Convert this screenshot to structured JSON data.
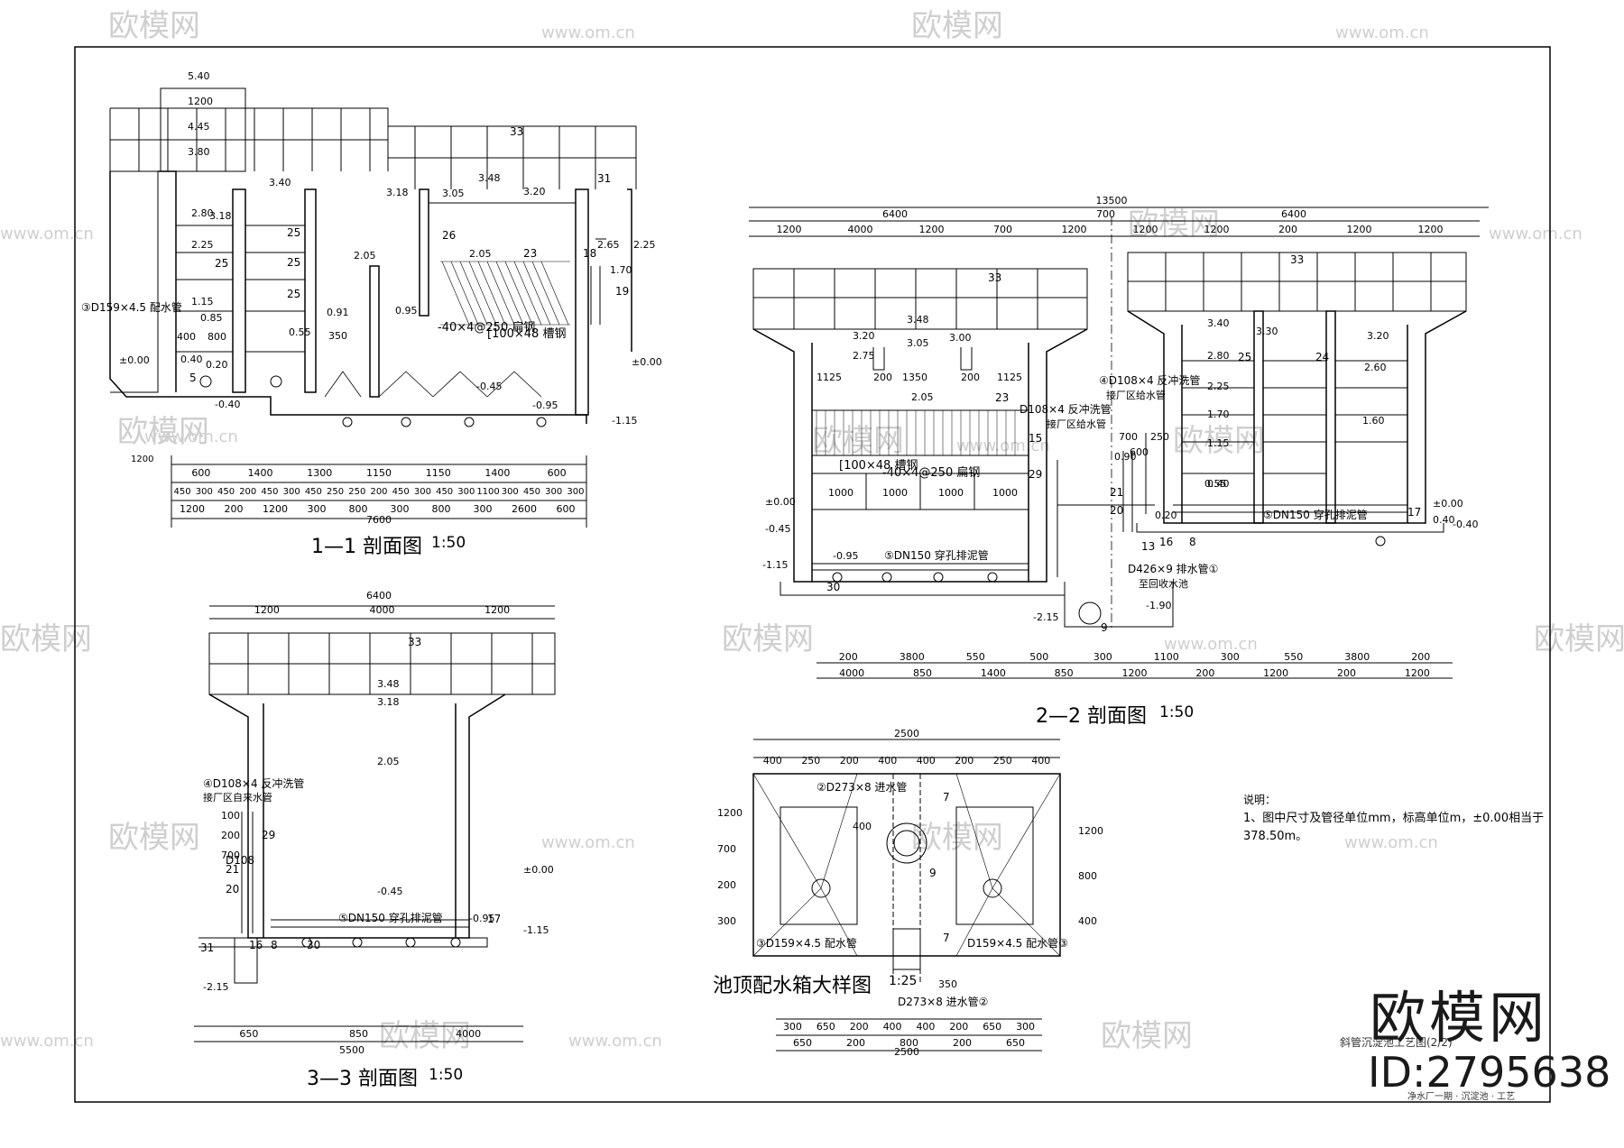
{
  "watermarks": {
    "brand": "欧模网",
    "site": "www.om.cn",
    "site_short": "om.cn",
    "brand_id": "ID:2795638"
  },
  "section_1_1": {
    "title": "1—1 剖面图",
    "scale": "1:50",
    "top_dims": [
      "5.40",
      "1200",
      "4.45",
      "3.80"
    ],
    "elevations": [
      "3.40",
      "3.18",
      "3.05",
      "3.48",
      "3.20",
      "2.80",
      "3.18",
      "2.25",
      "2.05",
      "2.05",
      "2.65",
      "2.25",
      "1.70",
      "1.15",
      "0.85",
      "0.91",
      "0.95",
      "0.55",
      "0.40",
      "0.20",
      "±0.00",
      "-0.40",
      "-0.45",
      "-0.95",
      "-1.15",
      "±0.00"
    ],
    "markers": [
      "33",
      "31",
      "25",
      "25",
      "25",
      "25",
      "26",
      "23",
      "19",
      "18",
      "5"
    ],
    "pipe_labels": [
      "③D159×4.5 配水管",
      "-40×4@250 扁钢",
      "[100×48 槽钢"
    ],
    "small_dims": [
      "400",
      "800",
      "350",
      "1200"
    ],
    "bottom_row1": [
      "600",
      "1400",
      "1300",
      "1150",
      "1150",
      "1400",
      "600"
    ],
    "bottom_row2": [
      "450",
      "300",
      "450",
      "200",
      "450",
      "300",
      "450",
      "250",
      "250",
      "200",
      "450",
      "300",
      "450",
      "300",
      "1100",
      "300",
      "450",
      "300",
      "300"
    ],
    "bottom_row3": [
      "1200",
      "200",
      "1200",
      "300",
      "800",
      "300",
      "800",
      "300",
      "2600",
      "600"
    ],
    "bottom_total": "7600"
  },
  "section_2_2": {
    "title": "2—2 剖面图",
    "scale": "1:50",
    "top_total": "13500",
    "top_row2": [
      "6400",
      "700",
      "6400"
    ],
    "top_row3": [
      "1200",
      "4000",
      "1200",
      "700",
      "1200",
      "1200",
      "1200",
      "200",
      "1200",
      "1200"
    ],
    "elevations": [
      "3.48",
      "3.20",
      "3.05",
      "3.00",
      "2.75",
      "2.05",
      "3.40",
      "3.30",
      "3.20",
      "2.80",
      "2.60",
      "2.25",
      "1.70",
      "1.60",
      "1.15",
      "0.90",
      "0.55",
      "0.40",
      "0.20",
      "±0.00",
      "-0.40",
      "-0.45",
      "-0.95",
      "-1.15",
      "-1.90",
      "-2.15",
      "±0.00",
      "0.40"
    ],
    "markers": [
      "33",
      "33",
      "23",
      "25",
      "24",
      "21",
      "20",
      "17",
      "16",
      "8",
      "30",
      "29",
      "15",
      "13",
      "9"
    ],
    "pipe_labels": [
      "④D108×4 反冲洗管",
      "接厂区给水管",
      "D108×4 反冲洗管",
      "接厂区给水管",
      "⑤DN150 穿孔排泥管",
      "⑤DN150 穿孔排泥管",
      "D426×9 排水管①",
      "至回收水池",
      "[100×48 槽钢",
      "-40×4@250 扁钢"
    ],
    "inner_dims": [
      "1125",
      "200",
      "1350",
      "200",
      "1125",
      "700",
      "250",
      "600",
      "1000",
      "1000",
      "1000",
      "1000"
    ],
    "bottom_row1": [
      "200",
      "3800",
      "550",
      "500",
      "300",
      "1100",
      "300",
      "550",
      "3800",
      "200"
    ],
    "bottom_row2": [
      "4000",
      "850",
      "1400",
      "850",
      "1200",
      "200",
      "1200",
      "200",
      "1200"
    ]
  },
  "section_3_3": {
    "title": "3—3 剖面图",
    "scale": "1:50",
    "top_total": "6400",
    "top_row": [
      "1200",
      "4000",
      "1200"
    ],
    "elevations": [
      "3.48",
      "3.18",
      "2.05",
      "±0.00",
      "-0.45",
      "-0.95",
      "-1.15",
      "-2.15"
    ],
    "markers": [
      "33",
      "29",
      "21",
      "20",
      "17",
      "16",
      "8",
      "30",
      "31"
    ],
    "pipe_labels": [
      "④D108×4 反冲洗管",
      "接厂区自来水管",
      "D108",
      "⑤DN150 穿孔排泥管"
    ],
    "side_dims": [
      "100",
      "200",
      "700"
    ],
    "bottom_row1": [
      "650",
      "850",
      "4000"
    ],
    "bottom_total": "5500"
  },
  "detail": {
    "title": "池顶配水箱大样图",
    "scale": "1:25",
    "top_total": "2500",
    "top_row": [
      "400",
      "250",
      "200",
      "400",
      "400",
      "200",
      "250",
      "400"
    ],
    "left_dims": [
      "1200",
      "700",
      "200",
      "300"
    ],
    "right_dims": [
      "1200",
      "800",
      "400"
    ],
    "inner_dims": [
      "400",
      "350"
    ],
    "pipe_labels": [
      "②D273×8 进水管",
      "③D159×4.5 配水管",
      "D159×4.5 配水管③",
      "D273×8 进水管②"
    ],
    "markers": [
      "7",
      "7",
      "9"
    ],
    "bottom_row1": [
      "300",
      "650",
      "200",
      "400",
      "400",
      "200",
      "650",
      "300"
    ],
    "bottom_row2": [
      "650",
      "200",
      "800",
      "200",
      "650"
    ],
    "bottom_total": "2500"
  },
  "notes": {
    "heading": "说明：",
    "text": "1、图中尺寸及管径单位mm，标高单位m，±0.00相当于378.50m。"
  },
  "title_block": {
    "drawing_name": "斜管沉淀池工艺图(2/2)",
    "footer": "净水厂一期 · 沉淀池 · 工艺"
  }
}
